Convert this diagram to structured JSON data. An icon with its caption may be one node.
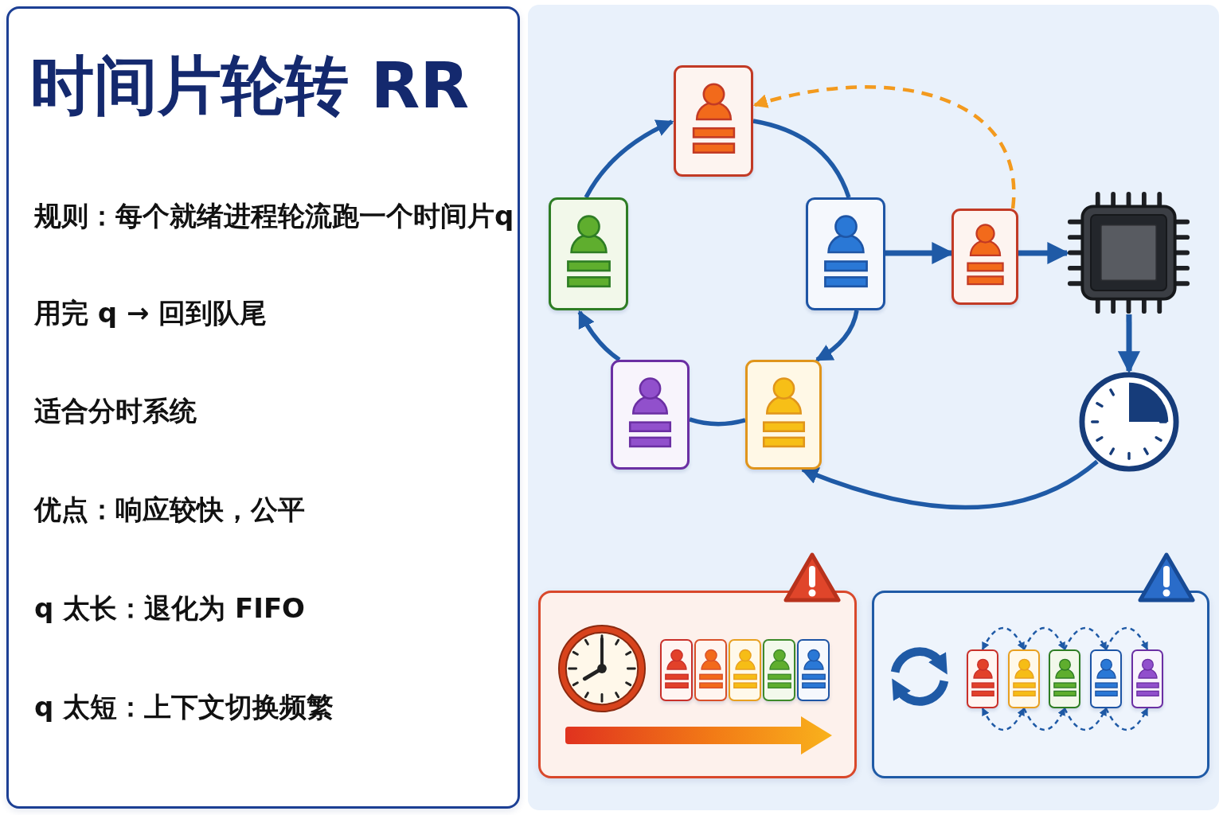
{
  "diagram": {
    "title": "时间片轮转 RR",
    "nodes": [
      {
        "text": [
          "规则：每个就绪进程轮流跑一个时间片q",
          "用完 q → 回到队尾",
          "适合分时系统",
          "优点：响应较快，公平",
          "q 太长：退化为 FIFO",
          "q 太短：上下文切换频繁"
        ]
      },
      {
        "text": [],
        "shape": "person"
      },
      {
        "text": [],
        "shape": "person"
      },
      {
        "text": [],
        "shape": "person"
      },
      {
        "text": [],
        "shape": "person"
      },
      {
        "text": [],
        "shape": "picture"
      },
      {
        "text": [],
        "shape": "person"
      },
      {
        "text": [],
        "shape": "person"
      },
      {
        "text": [],
        "shape": "picture"
      },
      {
        "text": [],
        "shape": "box"
      },
      {
        "text": [],
        "shape": "person",
        "in": 9
      },
      {
        "text": [],
        "shape": "person",
        "in": 9
      },
      {
        "text": [],
        "shape": "person",
        "in": 9
      },
      {
        "text": [],
        "shape": "person",
        "in": 9
      },
      {
        "text": [],
        "shape": "person",
        "in": 9
      },
      {
        "text": [],
        "shape": "box"
      },
      {
        "text": [],
        "shape": "person",
        "in": 15
      },
      {
        "text": [],
        "shape": "person",
        "in": 15
      },
      {
        "text": [],
        "shape": "person",
        "in": 15
      },
      {
        "text": [],
        "shape": "person",
        "in": 15
      },
      {
        "text": [],
        "shape": "person",
        "in": 15
      }
    ],
    "edges": [
      {
        "from": 1,
        "to": 3,
        "arrow": "none"
      },
      {
        "from": 3,
        "to": 7,
        "arrow": "to"
      },
      {
        "from": 7,
        "to": 6,
        "arrow": "none"
      },
      {
        "from": 6,
        "to": 2,
        "arrow": "to"
      },
      {
        "from": 2,
        "to": 1,
        "arrow": "to"
      },
      {
        "from": 3,
        "to": 4,
        "arrow": "to"
      },
      {
        "from": 4,
        "to": 5,
        "arrow": "to"
      },
      {
        "from": 5,
        "to": 8,
        "arrow": "to"
      },
      {
        "from": 8,
        "to": 7,
        "arrow": "to"
      },
      {
        "from": 4,
        "to": 1,
        "arrow": "to",
        "style": "dashed",
        "color": "#f39a1e"
      },
      {
        "from": 16,
        "to": 17,
        "arrow": "both",
        "style": "dashed"
      },
      {
        "from": 17,
        "to": 18,
        "arrow": "to",
        "style": "dashed"
      },
      {
        "from": 18,
        "to": 19,
        "arrow": "to",
        "style": "dashed"
      },
      {
        "from": 19,
        "to": 20,
        "arrow": "to",
        "style": "dashed"
      },
      {
        "from": 16,
        "to": 17,
        "arrow": "both",
        "style": "dashed"
      },
      {
        "from": 17,
        "to": 18,
        "arrow": "to",
        "style": "dashed"
      },
      {
        "from": 18,
        "to": 19,
        "arrow": "to",
        "style": "dashed"
      },
      {
        "from": 19,
        "to": 20,
        "arrow": "to",
        "style": "dashed"
      }
    ]
  }
}
